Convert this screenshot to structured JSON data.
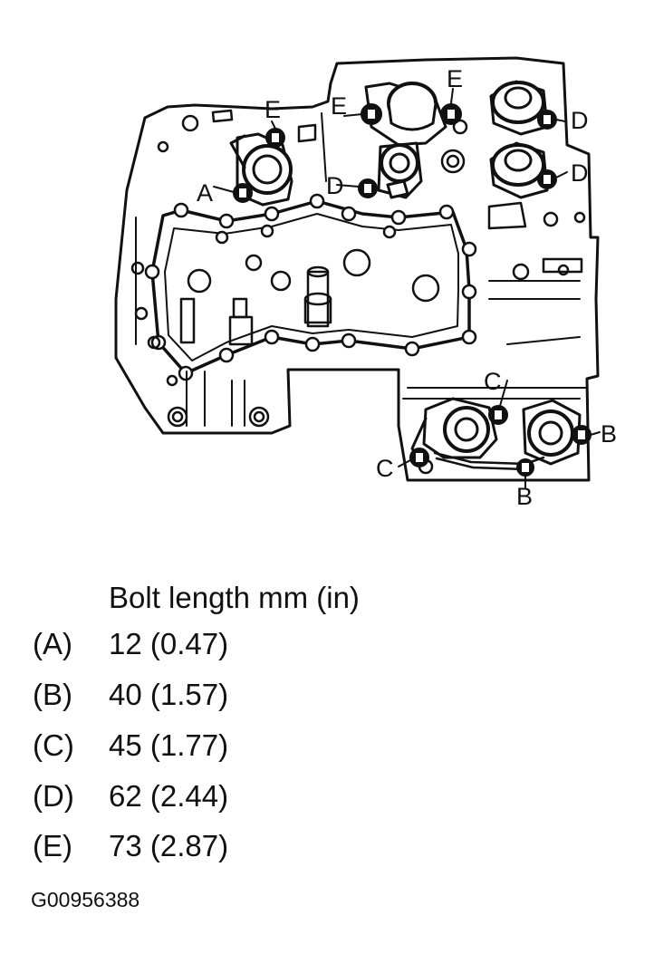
{
  "callouts": {
    "a": "A",
    "b_right": "B",
    "b_bottom": "B",
    "c_middle": "C",
    "c_left": "C",
    "d_middle": "D",
    "d_right_top": "D",
    "d_right_bottom": "D",
    "e_left": "E",
    "e_center_left": "E",
    "e_center_right": "E"
  },
  "legend": {
    "title": "Bolt length mm (in)",
    "rows": [
      {
        "key": "(A)",
        "value": "12 (0.47)"
      },
      {
        "key": "(B)",
        "value": "40 (1.57)"
      },
      {
        "key": "(C)",
        "value": "45 (1.77)"
      },
      {
        "key": "(D)",
        "value": "62 (2.44)"
      },
      {
        "key": "(E)",
        "value": "73 (2.87)"
      }
    ]
  },
  "figure_id": "G00956388"
}
